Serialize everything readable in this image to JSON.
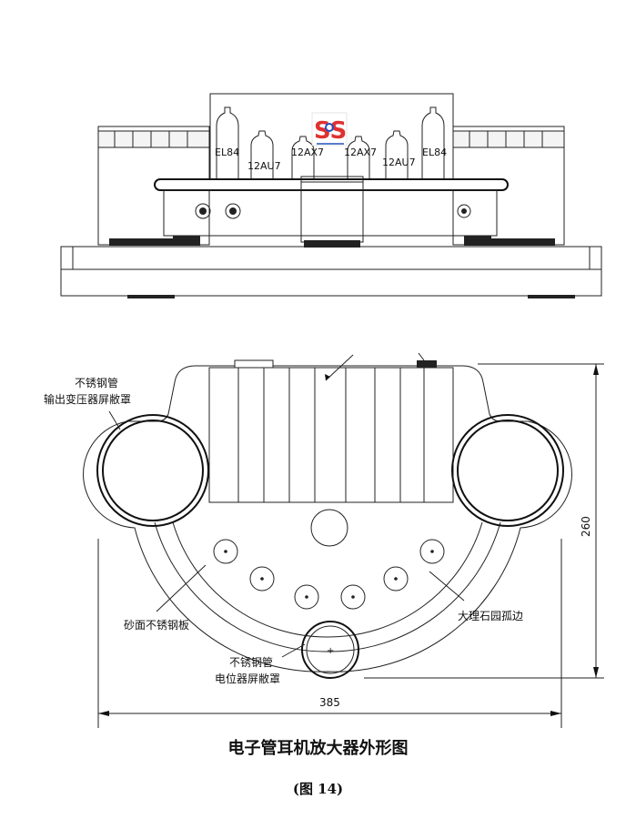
{
  "front_view": {
    "tubes": [
      "EL84",
      "12AU7",
      "12AX7",
      "12AX7",
      "12AU7",
      "EL84"
    ],
    "logo": {
      "text": "SS",
      "colors": [
        "#e03030",
        "#2050c0"
      ]
    }
  },
  "top_view": {
    "labels": {
      "output_transformer_line1": "不锈钢管",
      "output_transformer_line2": "输出变压器屏敝罩",
      "sand_plate": "砂面不锈钢板",
      "pot_shield_line1": "不锈钢管",
      "pot_shield_line2": "电位器屏敝罩",
      "marble_edge": "大理石园孤边"
    },
    "dimensions": {
      "width": "385",
      "height": "260"
    }
  },
  "caption": {
    "title": "电子管耳机放大器外形图",
    "figure": "(图 14)"
  }
}
